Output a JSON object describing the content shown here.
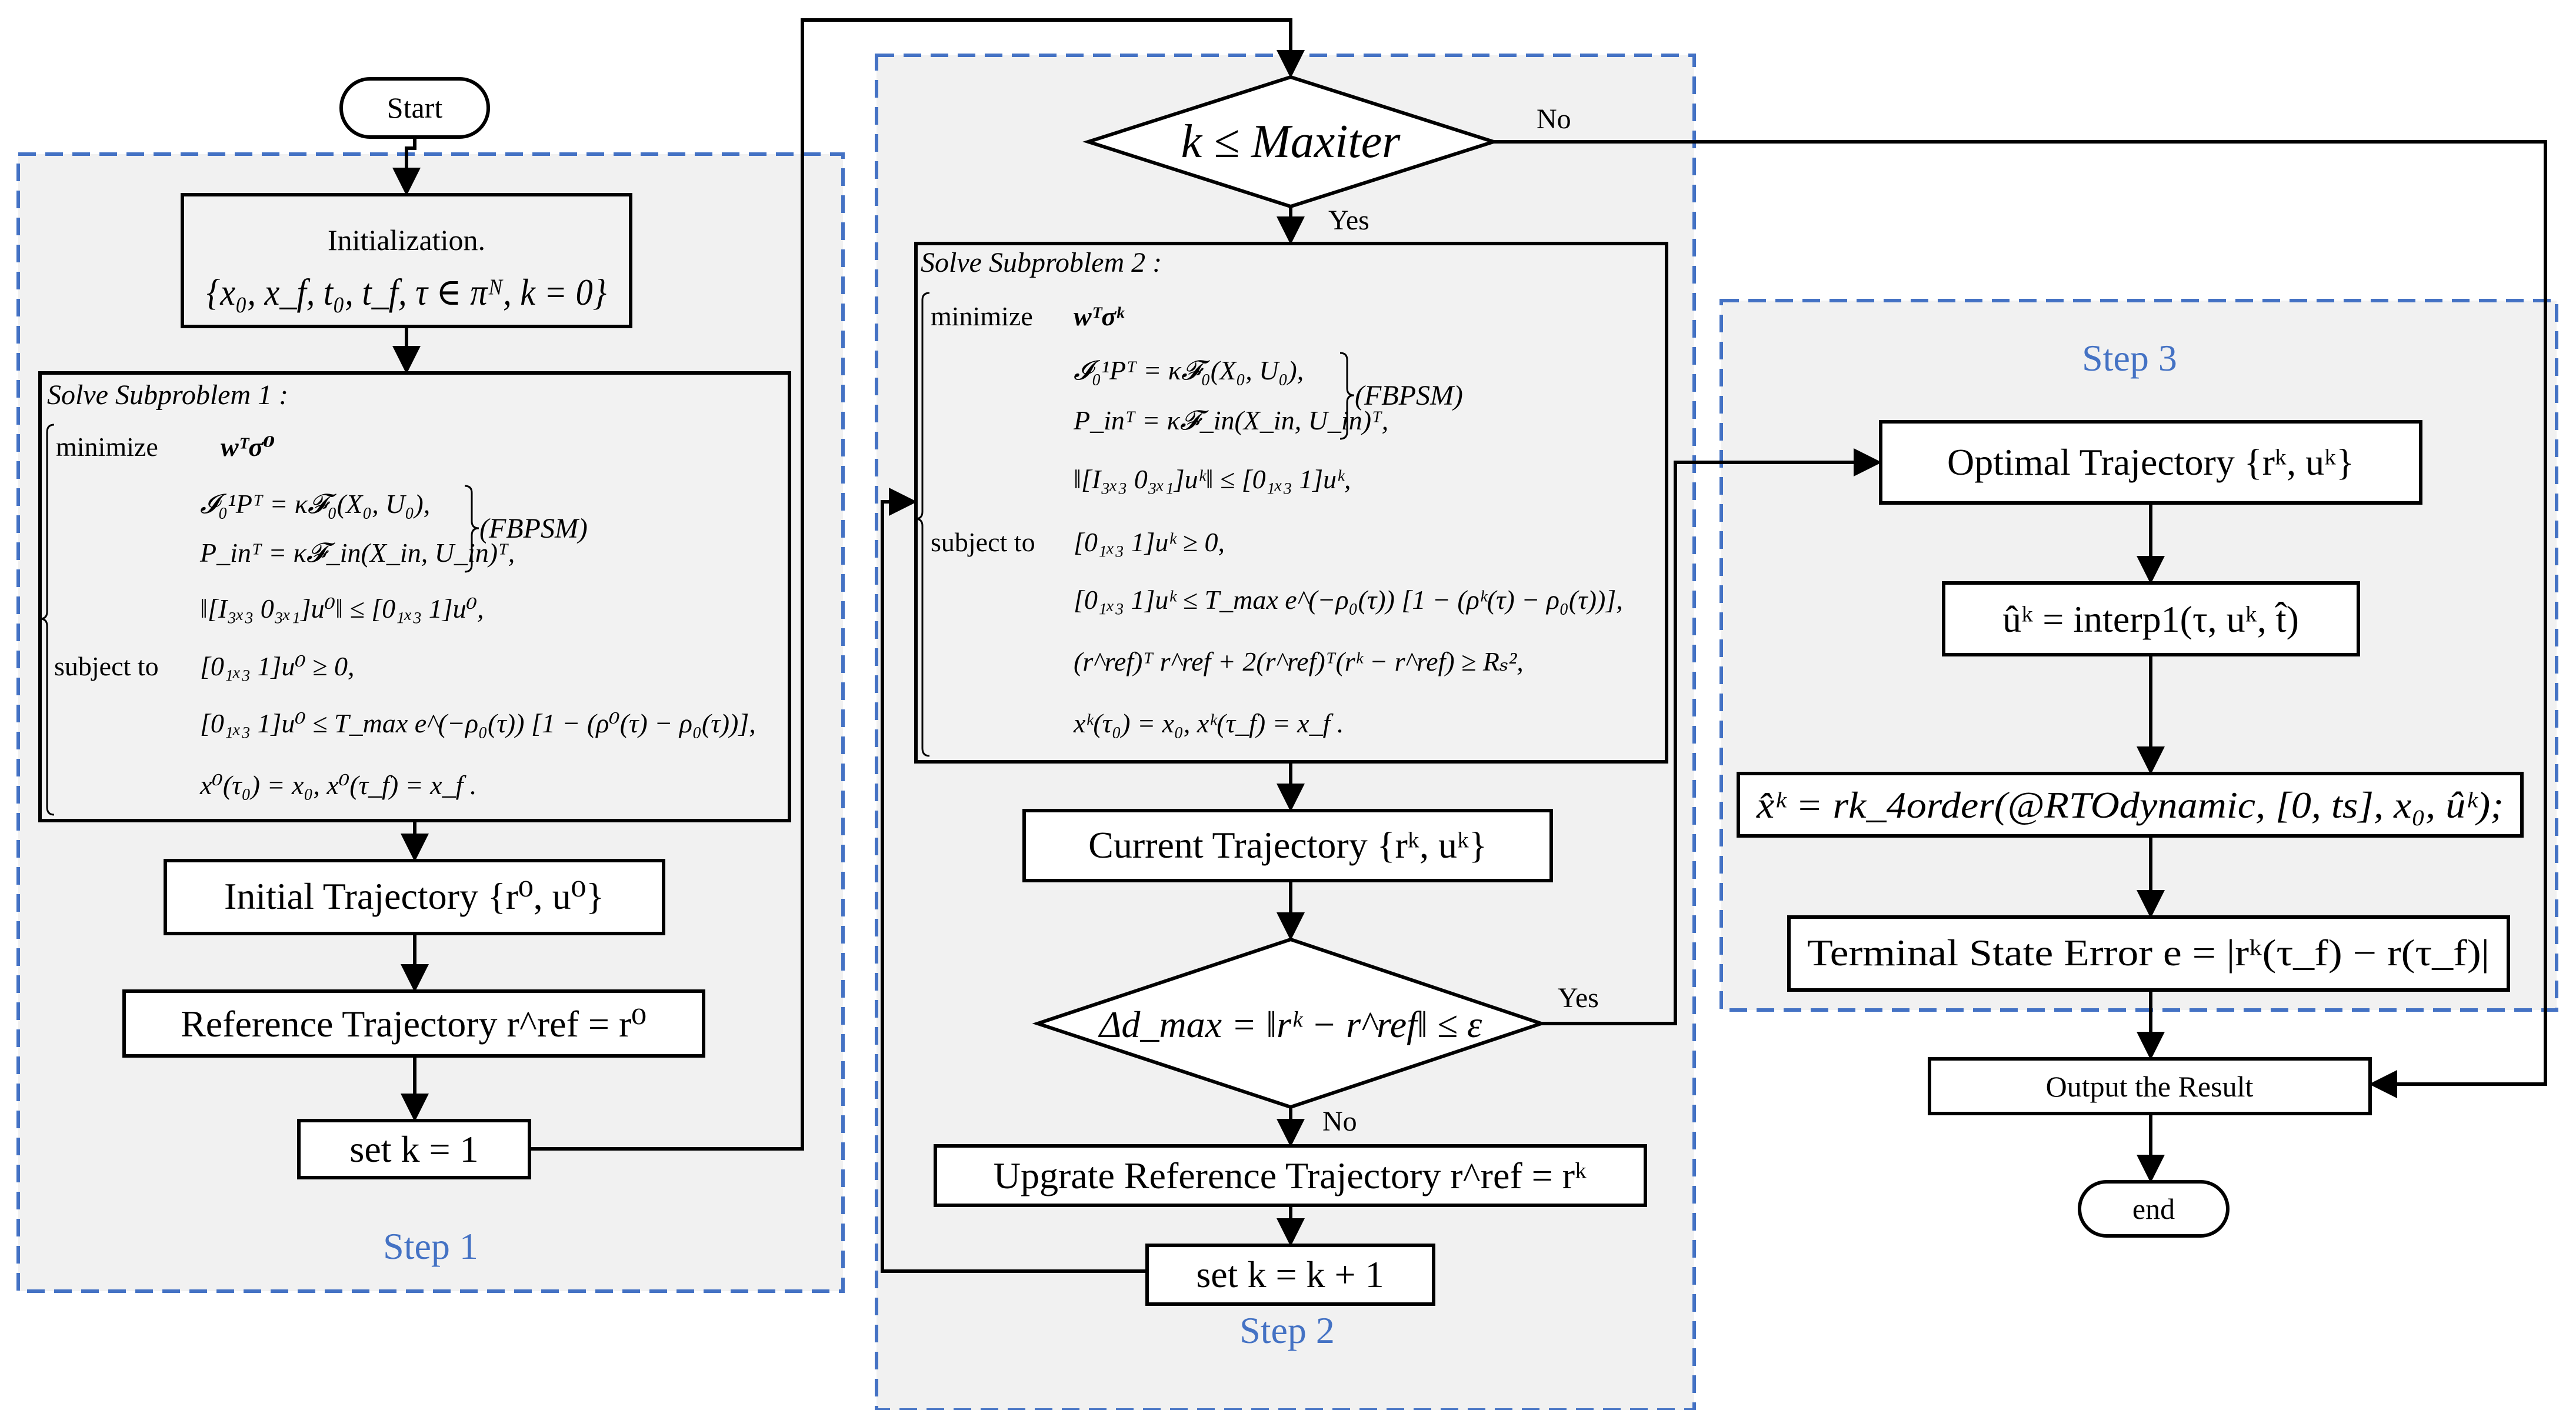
{
  "start": "Start",
  "end": "end",
  "yes": "Yes",
  "no": "No",
  "steps": [
    "Step 1",
    "Step 2",
    "Step 3"
  ],
  "step1": {
    "init_title": "Initialization.",
    "init_vars": "{x₀, x_f, t₀, t_f, τ ∈ πᴺ, k = 0}",
    "sp_title": "Solve Subproblem 1 :",
    "minimize": "minimize",
    "subject_to": "subject to",
    "objective": "wᵀσ⁰",
    "constraints": [
      "𝓘₀¹Pᵀ = κ𝓕₀(X₀, U₀),",
      "P_inᵀ = κ𝓕_in(X_in, U_in)ᵀ,",
      "‖[I₃ₓ₃  0₃ₓ₁]u⁰‖ ≤ [0₁ₓ₃  1]u⁰,",
      "[0₁ₓ₃  1]u⁰ ≥ 0,",
      "[0₁ₓ₃  1]u⁰ ≤ T_max e^(−ρ₀(τ)) [1 − (ρ⁰(τ) − ρ₀(τ))],",
      "x⁰(τ₀) = x₀, x⁰(τ_f) = x_f ."
    ],
    "fbpsm": "(FBPSM)",
    "initial_traj": "Initial Trajectory {r⁰, u⁰}",
    "reference_traj": "Reference Trajectory r^ref = r⁰",
    "set_k": "set k = 1"
  },
  "step2": {
    "decision": "k ≤ Maxiter",
    "sp_title": "Solve Subproblem 2 :",
    "minimize": "minimize",
    "subject_to": "subject to",
    "objective": "wᵀσᵏ",
    "constraints": [
      "𝓘₀¹Pᵀ = κ𝓕₀(X₀, U₀),",
      "P_inᵀ = κ𝓕_in(X_in, U_in)ᵀ,",
      "‖[I₃ₓ₃  0₃ₓ₁]uᵏ‖ ≤ [0₁ₓ₃  1]uᵏ,",
      "[0₁ₓ₃  1]uᵏ ≥ 0,",
      "[0₁ₓ₃  1]uᵏ ≤ T_max e^(−ρ₀(τ)) [1 − (ρᵏ(τ) − ρ₀(τ))],",
      "(r^ref)ᵀ r^ref + 2(r^ref)ᵀ(rᵏ − r^ref) ≥ Rₛ²,",
      "xᵏ(τ₀) = x₀, xᵏ(τ_f) = x_f ."
    ],
    "fbpsm": "(FBPSM)",
    "current_traj": "Current Trajectory {rᵏ, uᵏ}",
    "convergence": "Δd_max = ‖rᵏ − r^ref‖ ≤ ε",
    "upgrade_traj": "Upgrate Reference Trajectory r^ref = rᵏ",
    "set_k": "set k = k + 1"
  },
  "step3": {
    "optimal_traj": "Optimal Trajectory {rᵏ, uᵏ}",
    "interp": "ûᵏ = interp1(τ, uᵏ, t̂)",
    "rk4": "x̂ᵏ = rk_4order(@RTOdynamic, [0, ts], x₀, ûᵏ);",
    "terminal_error": "Terminal State Error e = |rᵏ(τ_f) − r(τ_f)|",
    "output": "Output the Result"
  }
}
